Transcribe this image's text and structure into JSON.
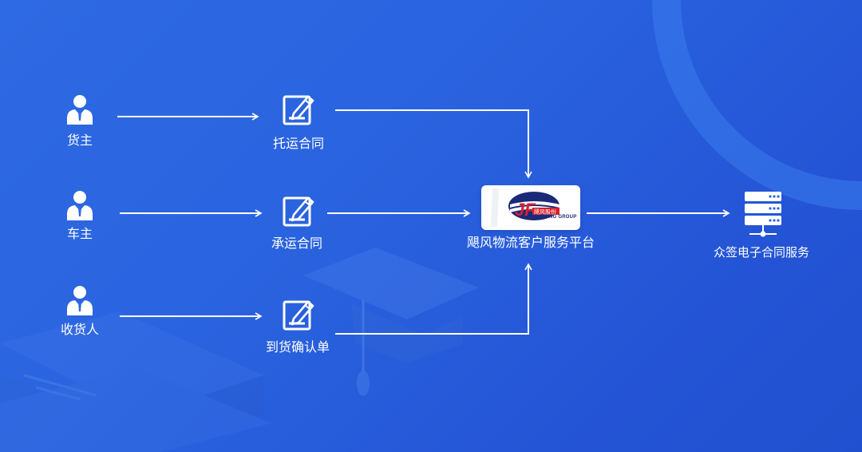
{
  "actors": [
    {
      "id": "shipper",
      "label": "货主"
    },
    {
      "id": "driver",
      "label": "车主"
    },
    {
      "id": "consignee",
      "label": "收货人"
    }
  ],
  "documents": [
    {
      "id": "consign-contract",
      "label": "托运合同"
    },
    {
      "id": "carriage-contract",
      "label": "承运合同"
    },
    {
      "id": "receipt-confirmation",
      "label": "到货确认单"
    }
  ],
  "platform": {
    "label": "飓风物流客户服务平台",
    "logo_text": "JUFENG GROUP",
    "logo_cn": "飓风股份"
  },
  "service": {
    "label": "众签电子合同服务"
  },
  "colors": {
    "background": "#2a63df",
    "foreground": "#ffffff",
    "logo_red": "#d8202b",
    "logo_navy": "#1a2a78"
  },
  "icons": {
    "actor": "user-icon",
    "document": "edit-document-icon",
    "service": "server-icon"
  }
}
